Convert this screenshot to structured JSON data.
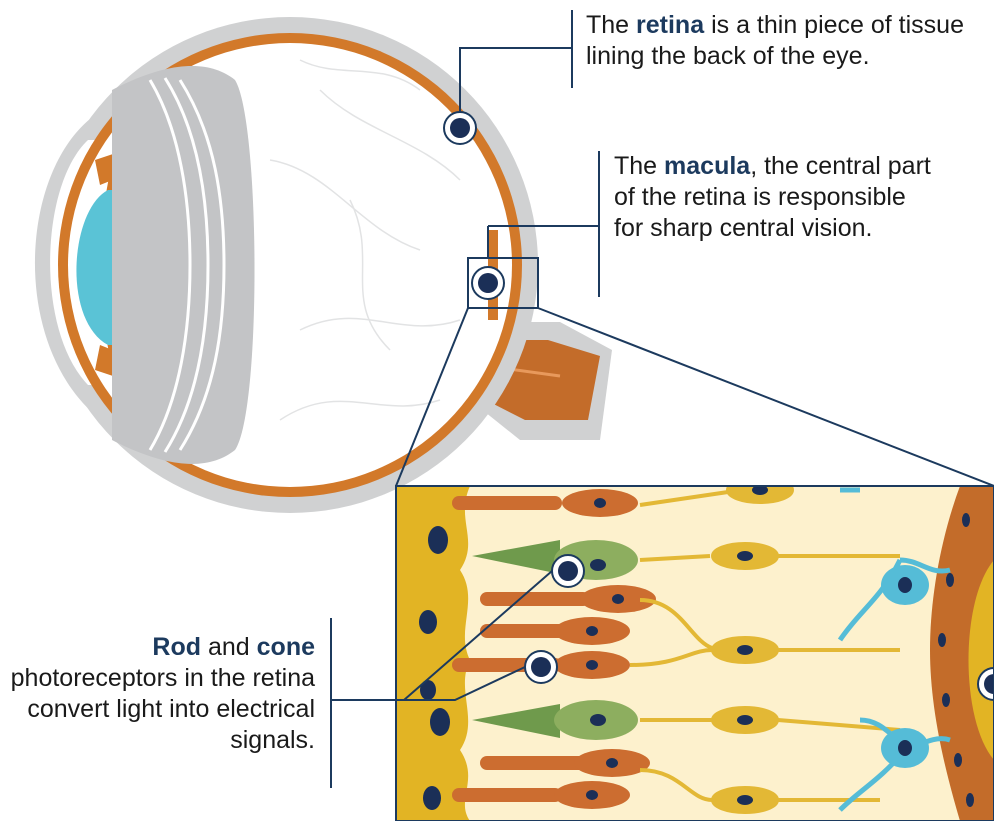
{
  "callouts": {
    "retina": {
      "pre": "The ",
      "term": "retina",
      "post": " is a thin piece of tissue lining the back of the eye."
    },
    "macula": {
      "pre": "The ",
      "term": "macula",
      "post": ", the central part of the retina is responsible for sharp central vision."
    },
    "photoreceptors": {
      "term1": "Rod",
      "mid": " and ",
      "term2": "cone",
      "post": " photoreceptors in the retina convert light into electrical signals."
    }
  },
  "colors": {
    "sclera": "#d0d1d2",
    "choroid_orange": "#d2792a",
    "lens_gray": "#c3c4c6",
    "cornea_blue": "#5ac3d6",
    "vitreous": "#ffffff",
    "optic_nerve": "#c36c2a",
    "callout_blue": "#1c3a5e",
    "rpe_yellow": "#e2b424",
    "retina_bg": "#fdf1cd",
    "cone_green": "#8dae5f",
    "rod_orange": "#cc6d30",
    "bipolar_yellow": "#e3b835",
    "ganglion_blue": "#55bcd7",
    "nucleus_navy": "#1b2f57"
  }
}
